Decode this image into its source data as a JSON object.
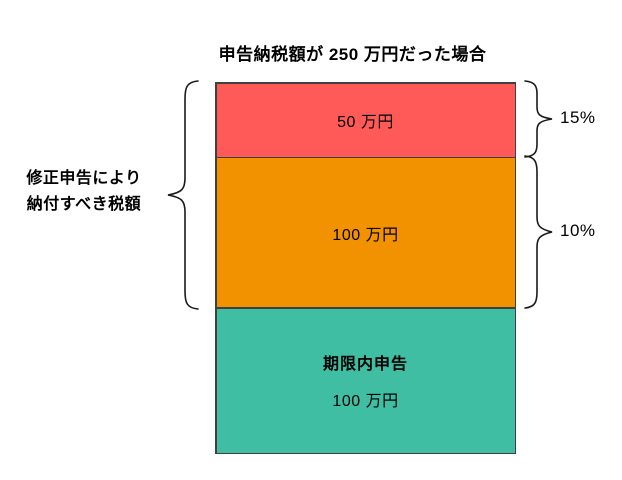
{
  "title": "申告納税額が 250 万円だった場合",
  "left_annotation": {
    "line1": "修正申告により",
    "line2": "納付すべき税額"
  },
  "segments": [
    {
      "value_label": "50 万円",
      "rate": "15%",
      "color": "#FF5A58"
    },
    {
      "value_label": "100 万円",
      "rate": "10%",
      "color": "#F39200"
    },
    {
      "heading": "期限内申告",
      "value_label": "100 万円",
      "color": "#3FBEA4"
    }
  ],
  "colors": {
    "segment_border": "#404040",
    "brace_stroke": "#1a1a1a",
    "background": "#ffffff"
  },
  "chart_data": {
    "type": "bar",
    "title": "申告納税額が 250 万円だった場合",
    "total_label": "250 万円",
    "segments_top_to_bottom": [
      {
        "label": "50 万円",
        "value": 50,
        "annotation_rate": "15%",
        "color": "#FF5A58"
      },
      {
        "label": "100 万円",
        "value": 100,
        "annotation_rate": "10%",
        "color": "#F39200"
      },
      {
        "label": "期限内申告 100 万円",
        "value": 100,
        "color": "#3FBEA4"
      }
    ],
    "group_annotation_left": "修正申告により納付すべき税額",
    "group_annotation_span": [
      "50 万円",
      "100 万円"
    ]
  }
}
